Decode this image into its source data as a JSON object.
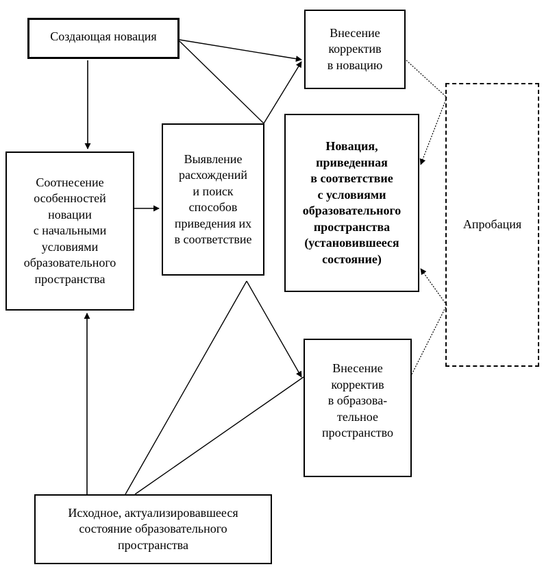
{
  "nodes": {
    "sozdayushchaya_novaciya": "Создающая новация",
    "vnesenie_korrektiv_v_novaciyu": "Внесение\nкорректив\nв новацию",
    "sootnesenie": "Соотнесение\nособенностей\nновации\nс начальными\nусловиями\nобразовательного\nпространства",
    "vyyavlenie": "Выявление\nрасхождений\nи поиск\nспособов\nприведения их\nв соответствие",
    "novacii_privedennaya": "Новация,\nприведенная\nв соответствие\nс условиями\nобразовательного\nпространства\n(установившееся\nсостояние)",
    "aprobaciya": "Апробация",
    "vnesenie_korrektiv_v_prostranstvo": "Внесение\nкорректив\nв образова-\nтельное\nпространство",
    "iskhodnoe_sostoyanie": "Исходное, актуализировавшееся\nсостояние образовательного\nпространства"
  }
}
